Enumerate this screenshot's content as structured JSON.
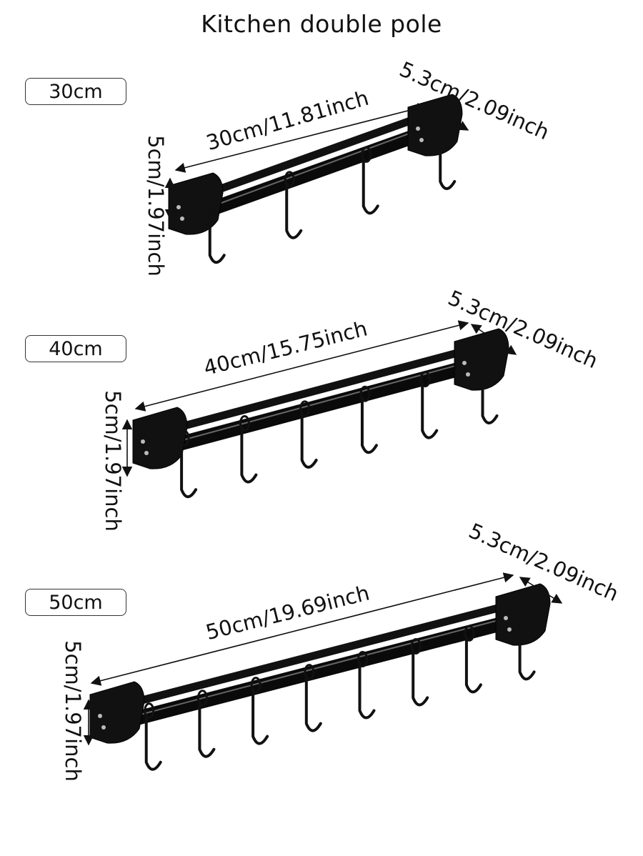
{
  "title": "Kitchen double pole",
  "sections": [
    {
      "size_label": "30cm",
      "length_label": "30cm/11.81inch",
      "depth_label": "5.3cm/2.09inch",
      "height_label": "5cm/1.97inch",
      "hooks": 4
    },
    {
      "size_label": "40cm",
      "length_label": "40cm/15.75inch",
      "depth_label": "5.3cm/2.09inch",
      "height_label": "5cm/1.97inch",
      "hooks": 6
    },
    {
      "size_label": "50cm",
      "length_label": "50cm/19.69inch",
      "depth_label": "5.3cm/2.09inch",
      "height_label": "5cm/1.97inch",
      "hooks": 8
    }
  ]
}
